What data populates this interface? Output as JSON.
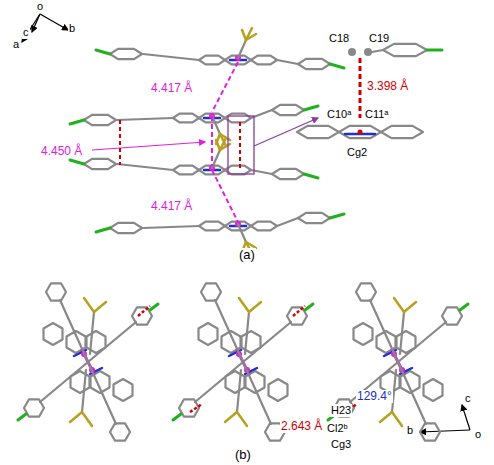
{
  "diagram": {
    "labels": [
      "o",
      "c",
      "b",
      "a",
      "4.417 Å",
      "4.450 Å",
      "4.417 Å",
      "C18",
      "C19",
      "3.398 Å",
      "C10ᵃ",
      "C11ᵃ",
      "Cg2",
      "(a)",
      "129.4°",
      "H23",
      "2.643 Å",
      "Cl2ᵇ",
      "Cg3",
      "c",
      "b",
      "o",
      "(b)"
    ]
  }
}
